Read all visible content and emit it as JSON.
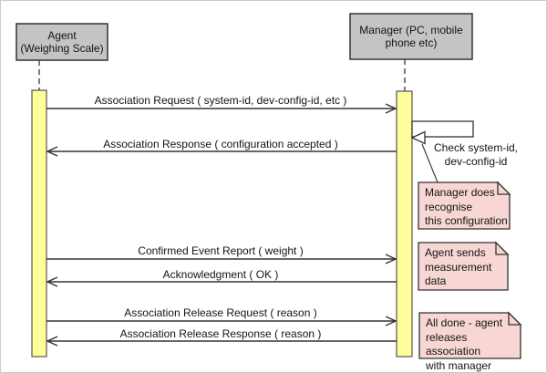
{
  "actors": [
    {
      "id": "agent",
      "label": "Agent\n(Weighing Scale)"
    },
    {
      "id": "manager",
      "label": "Manager (PC, mobile\nphone etc)"
    }
  ],
  "messages": [
    {
      "label": "Association Request ( system-id, dev-config-id, etc )",
      "from": "Agent",
      "to": "Manager"
    },
    {
      "label": "Association Response ( configuration accepted )",
      "from": "Manager",
      "to": "Agent"
    },
    {
      "label": "Confirmed Event Report ( weight )",
      "from": "Agent",
      "to": "Manager"
    },
    {
      "label": "Acknowledgment ( OK )",
      "from": "Manager",
      "to": "Agent"
    },
    {
      "label": "Association Release Request ( reason )",
      "from": "Agent",
      "to": "Manager"
    },
    {
      "label": "Association Release Response ( reason )",
      "from": "Manager",
      "to": "Agent"
    }
  ],
  "self_action": {
    "label": "Check system-id,\ndev-config-id"
  },
  "notes": [
    {
      "label": "Manager does\nrecognise\nthis configuration"
    },
    {
      "label": "Agent sends\nmeasurement\ndata"
    },
    {
      "label": "All done - agent\nreleases association\nwith manager"
    }
  ],
  "colors": {
    "actor_fill": "#c4c4c4",
    "activation_fill": "#ffff99",
    "note_fill": "#f7d6d3",
    "self_box_fill": "#ffffff",
    "line": "#333333"
  }
}
